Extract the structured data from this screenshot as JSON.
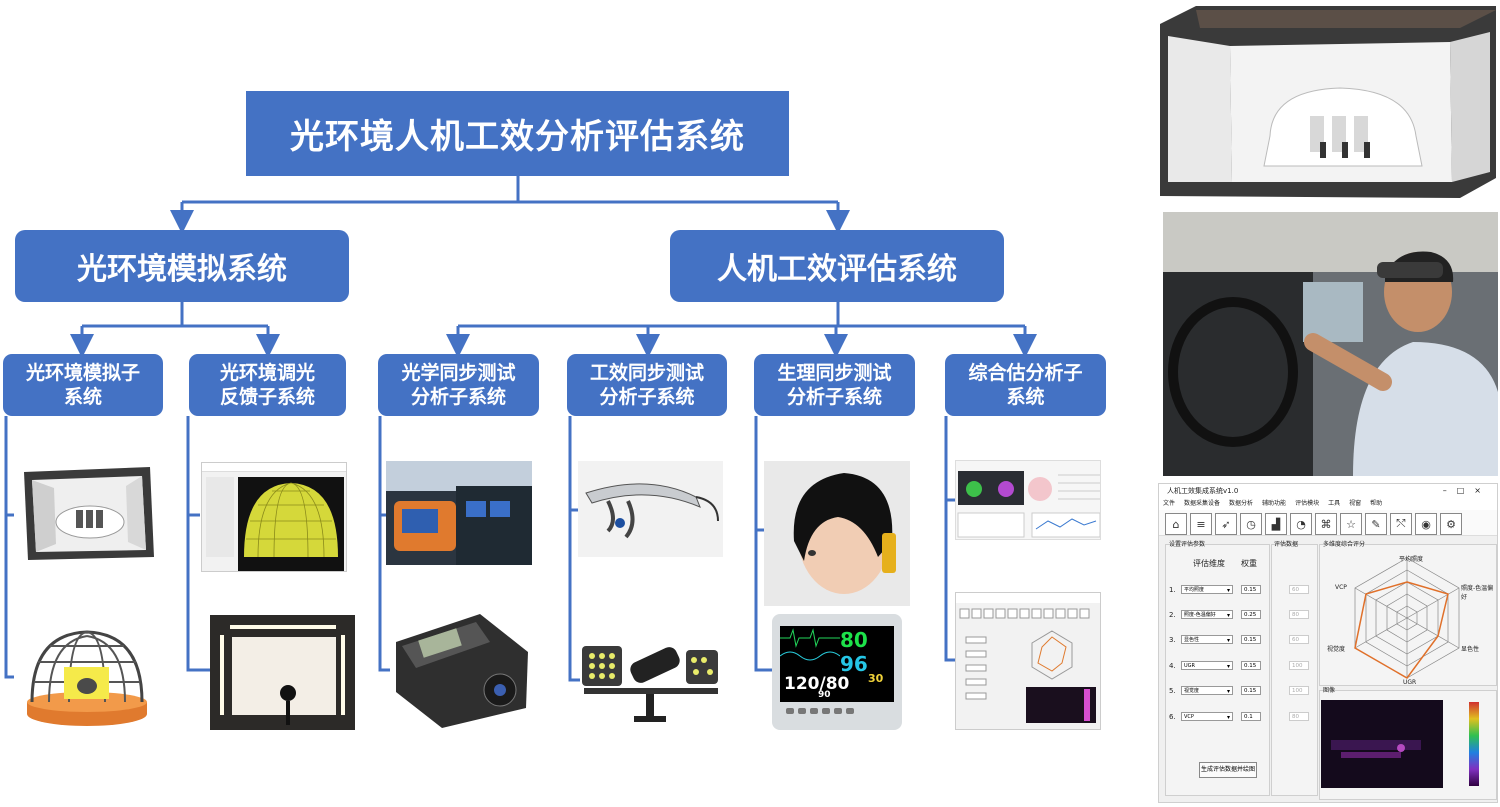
{
  "root": {
    "label": "光环境人机工效分析评估系统"
  },
  "systems": [
    {
      "label": "光环境模拟系统"
    },
    {
      "label": "人机工效评估系统"
    }
  ],
  "subsystems": [
    {
      "label": "光环境模拟子\n系统"
    },
    {
      "label": "光环境调光\n反馈子系统"
    },
    {
      "label": "光学同步测试\n分析子系统"
    },
    {
      "label": "工效同步测试\n分析子系统"
    },
    {
      "label": "生理同步测试\n分析子系统"
    },
    {
      "label": "综合估分析子\n系统"
    }
  ],
  "monitor": {
    "v1": "80",
    "v2": "96",
    "v3": "30",
    "v4": "120/80",
    "v5": "90"
  },
  "eval_window": {
    "title": "人机工效集成系统v1.0",
    "win_buttons": "–□×",
    "menu": [
      "文件",
      "数据采集设备",
      "数据分析",
      "辅助功能",
      "评估模块",
      "工具",
      "视窗",
      "帮助"
    ],
    "group_params": "设置评估参数",
    "group_data": "评估数据",
    "group_radar": "多维度综合评分",
    "col_dimension": "评估维度",
    "col_weight": "权重",
    "rows": [
      {
        "idx": "1.",
        "dim": "平均照度",
        "weight": "0.15",
        "data": "60"
      },
      {
        "idx": "2.",
        "dim": "照度-色温偏好",
        "weight": "0.25",
        "data": "80"
      },
      {
        "idx": "3.",
        "dim": "显色性",
        "weight": "0.15",
        "data": "60"
      },
      {
        "idx": "4.",
        "dim": "UGR",
        "weight": "0.15",
        "data": "100"
      },
      {
        "idx": "5.",
        "dim": "视觉度",
        "weight": "0.15",
        "data": "100"
      },
      {
        "idx": "6.",
        "dim": "VCP",
        "weight": "0.1",
        "data": "80"
      }
    ],
    "radar_labels": {
      "top": "平均照度",
      "tr": "照度-色温偏好",
      "br": "显色性",
      "bottom": "UGR",
      "bl": "视觉度",
      "tl": "VCP"
    },
    "image_label": "图像",
    "generate_button": "生成评估数据并绘图"
  }
}
